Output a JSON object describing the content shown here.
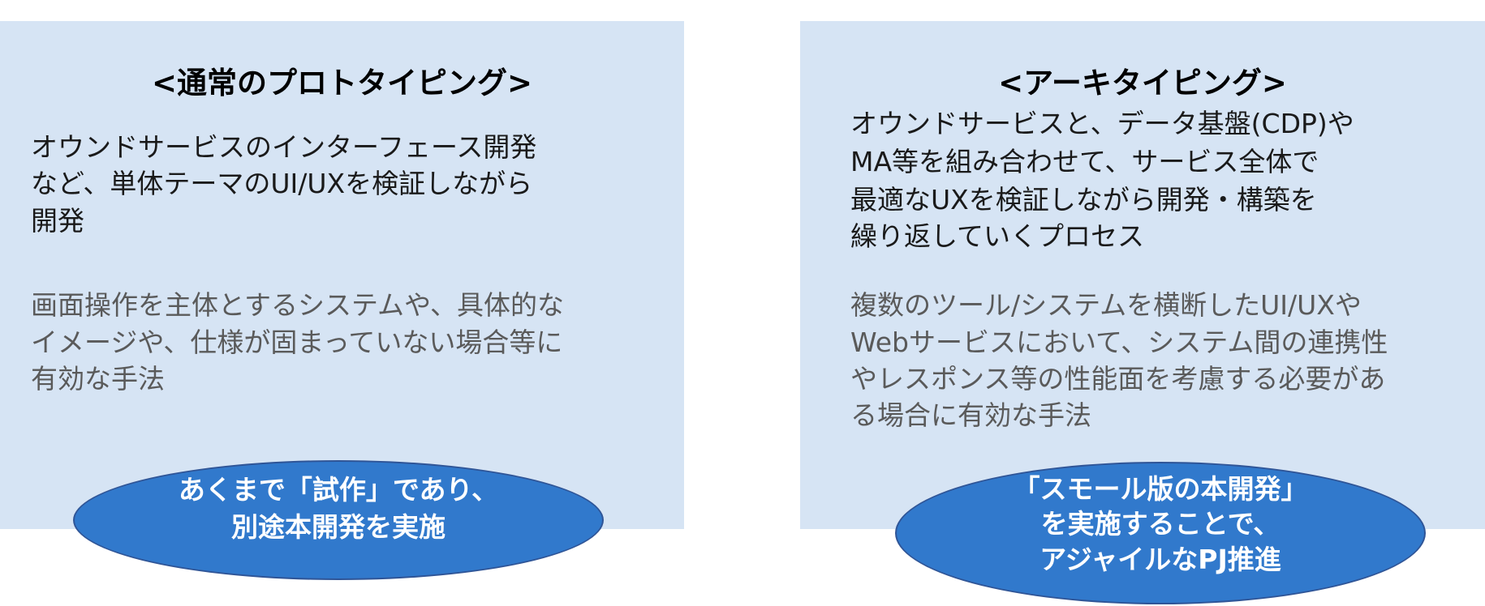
{
  "left_panel": {
    "title": "<通常のプロトタイピング>",
    "description_lines": [
      "オウンドサービスのインターフェース開発",
      "など、単体テーマのUI/UXを検証しながら",
      "開発"
    ],
    "usecase_lines": [
      "画面操作を主体とするシステムや、具体的な",
      "イメージや、仕様が固まっていない場合等に",
      "有効な手法"
    ],
    "callout_lines": [
      "あくまで「試作」であり、",
      "別途本開発を実施"
    ]
  },
  "right_panel": {
    "title": "<アーキタイピング>",
    "description_lines": [
      "オウンドサービスと、データ基盤(CDP)や",
      "MA等を組み合わせて、サービス全体で",
      "最適なUXを検証しながら開発・構築を",
      "繰り返していくプロセス"
    ],
    "usecase_lines": [
      "複数のツール/システムを横断したUI/UXや",
      "Webサービスにおいて、システム間の連携性",
      "やレスポンス等の性能面を考慮する必要があ",
      "る場合に有効な手法"
    ],
    "callout_lines": [
      "「スモール版の本開発」",
      "を実施することで、",
      "アジャイルなPJ推進"
    ]
  },
  "colors": {
    "panel_bg": "#d6e4f4",
    "callout_fill": "#3179cc",
    "callout_border": "#2f5597",
    "gray_text": "#5a5a5a"
  }
}
